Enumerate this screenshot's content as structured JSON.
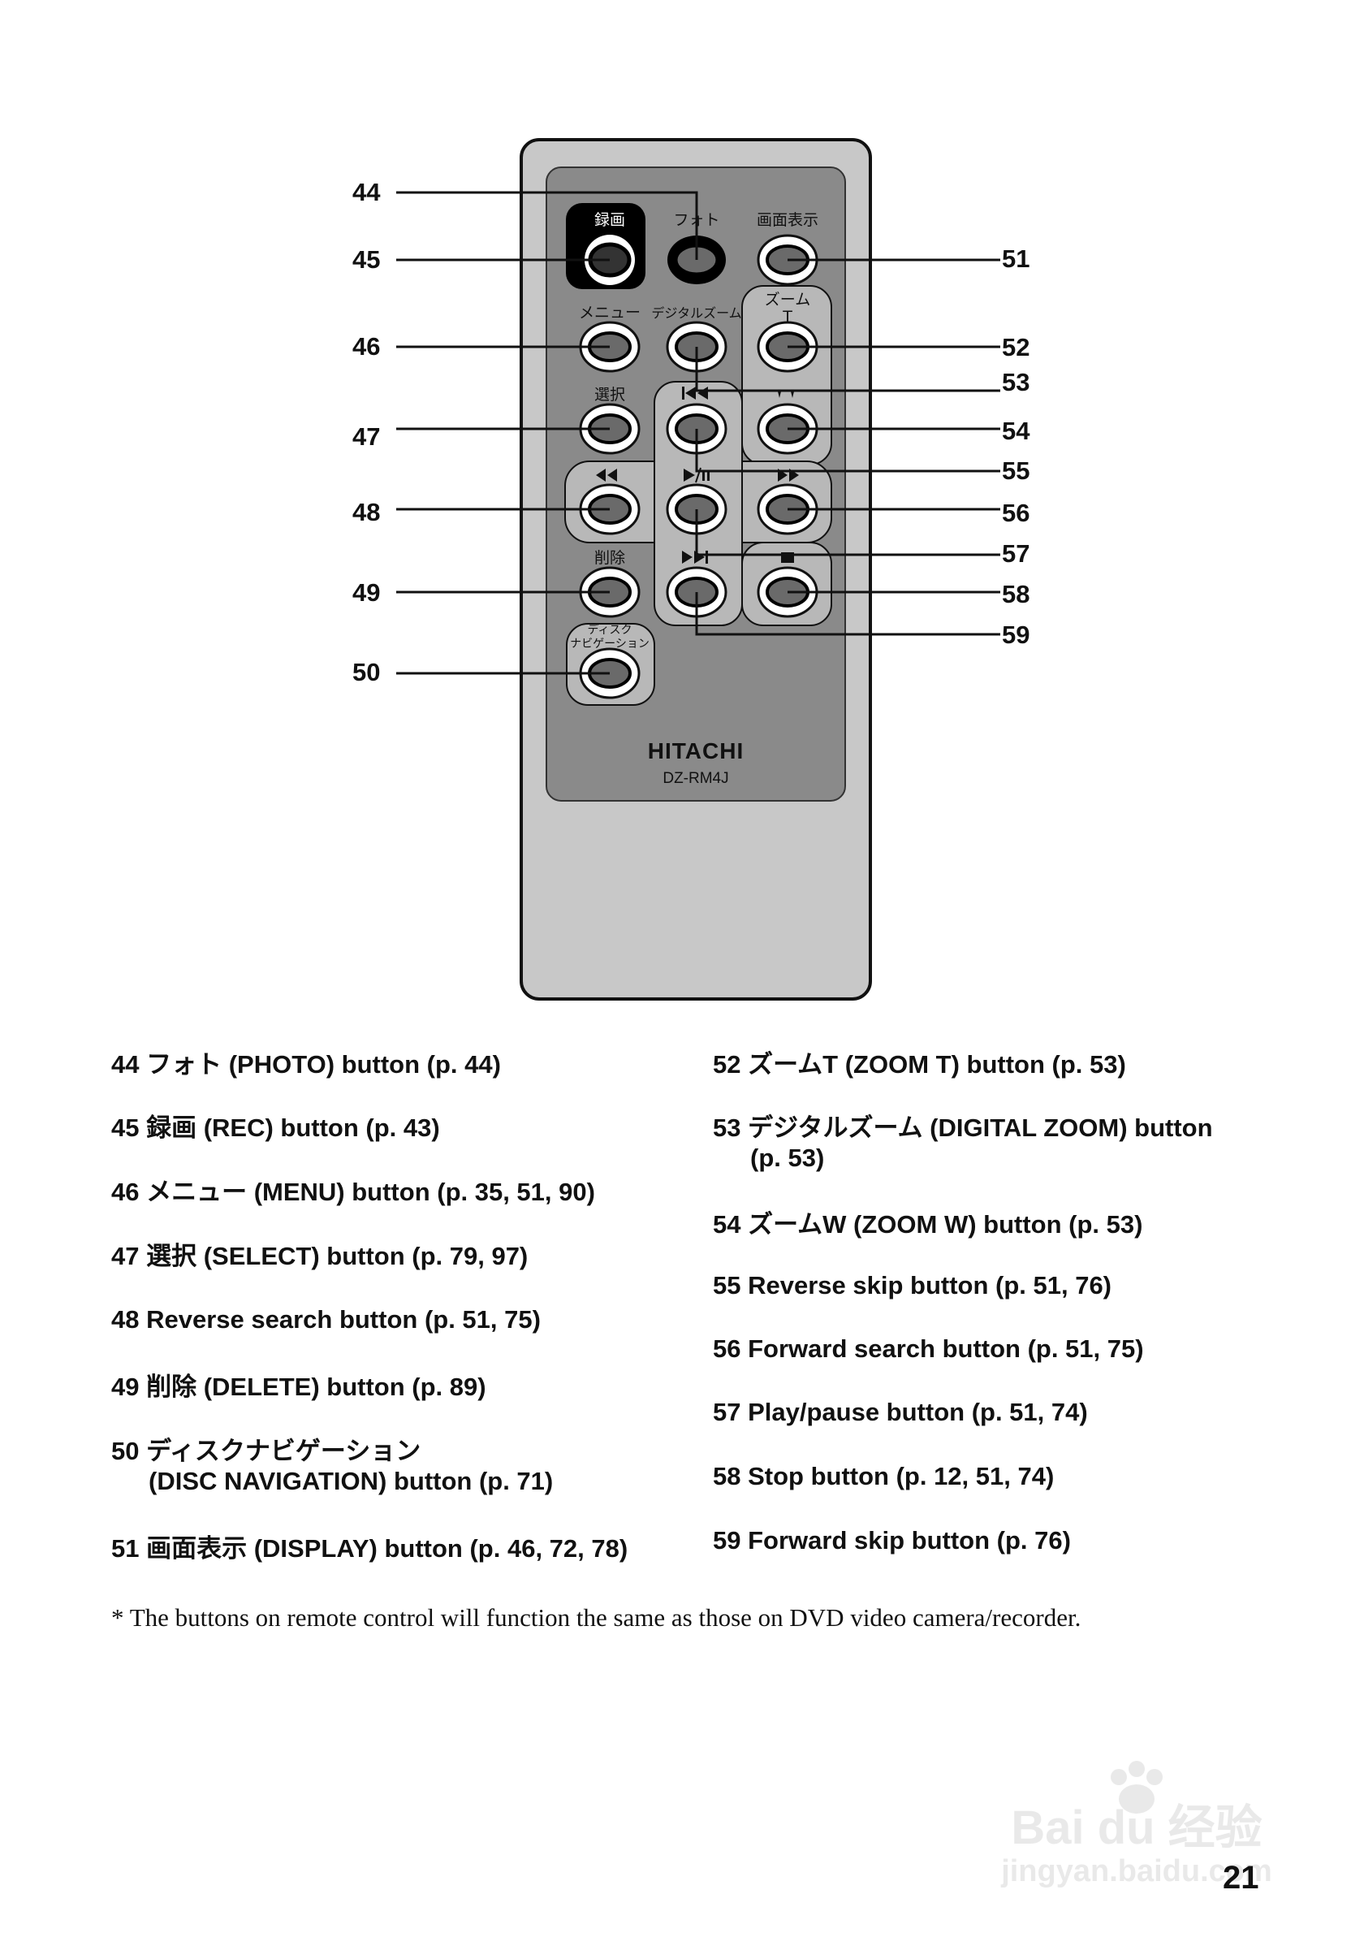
{
  "remote": {
    "brand": "HITACHI",
    "model": "DZ-RM4J",
    "button_labels": {
      "rec": "録画",
      "photo": "フォト",
      "display": "画面表示",
      "menu": "メニュー",
      "digital_zoom": "デジタルズーム",
      "zoom": "ズーム",
      "zoom_t": "T",
      "select": "選択",
      "delete": "削除",
      "disc_nav_line1": "ディスク",
      "disc_nav_line2": "ナビゲーション"
    }
  },
  "callouts_left": [
    "44",
    "45",
    "46",
    "47",
    "48",
    "49",
    "50"
  ],
  "callouts_right": [
    "51",
    "52",
    "53",
    "54",
    "55",
    "56",
    "57",
    "58",
    "59"
  ],
  "legend_left": [
    {
      "text": "44 フォト (PHOTO) button (p. 44)"
    },
    {
      "text": "45 録画 (REC) button (p. 43)"
    },
    {
      "text": "46 メニュー (MENU) button (p. 35, 51, 90)"
    },
    {
      "text": "47 選択 (SELECT) button  (p. 79, 97)"
    },
    {
      "text": "48 Reverse search button (p. 51, 75)"
    },
    {
      "text": "49 削除 (DELETE) button (p. 89)"
    },
    {
      "text": "50 ディスクナビゲーション",
      "line2": "(DISC NAVIGATION) button (p. 71)"
    },
    {
      "text": "51 画面表示 (DISPLAY) button (p. 46, 72, 78)"
    }
  ],
  "legend_right": [
    {
      "text": "52 ズームT (ZOOM T) button (p. 53)"
    },
    {
      "text": "53 デジタルズーム (DIGITAL ZOOM) button",
      "line2": "(p. 53)"
    },
    {
      "text": "54 ズームW (ZOOM W) button (p. 53)"
    },
    {
      "text": "55 Reverse skip button (p. 51, 76)"
    },
    {
      "text": "56 Forward search button (p. 51, 75)"
    },
    {
      "text": "57 Play/pause button (p. 51, 74)"
    },
    {
      "text": "58 Stop button (p. 12, 51, 74)"
    },
    {
      "text": "59 Forward skip button (p. 76)"
    }
  ],
  "footnote": "*  The buttons on remote control will function the same as those on DVD video camera/recorder.",
  "page_number": "21",
  "watermark": {
    "line1": "Bai du 经验",
    "line2": "jingyan.baidu.com"
  }
}
